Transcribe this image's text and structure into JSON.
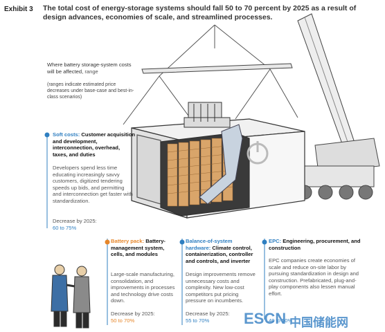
{
  "header": {
    "exhibit": "Exhibit 3",
    "title": "The total cost of energy-storage systems should fall 50 to 70 percent by 2025 as a result of design advances, economies of scale, and streamlined processes."
  },
  "intro": {
    "heading": "Where battery storage-system costs will be affected,",
    "heading_suffix": "range",
    "note": "(ranges indicate estimated price decreases under base-case and best-in-class scenarios)"
  },
  "soft_costs": {
    "label": "Soft costs:",
    "title": "Customer acquisition and development, interconnection, overhead, taxes, and duties",
    "body": "Developers spend less time educating increasingly savvy customers, digitized tendering speeds up bids, and permitting and interconnection get faster with standardization.",
    "decrease_label": "Decrease by 2025:",
    "decrease_value": "60 to 75%"
  },
  "battery_pack": {
    "label": "Battery pack:",
    "title": "Battery-management system, cells, and modules",
    "body": "Large-scale manufacturing, consolidation, and improvements in processes and technology drive costs down.",
    "decrease_label": "Decrease by 2025:",
    "decrease_value": "50 to 70%"
  },
  "balance_of_system": {
    "label": "Balance-of-system hardware:",
    "title": "Climate control, containerization, controller and controls, and inverter",
    "body": "Design improvements remove unnecessary costs and complexity. New low-cost competitors put pricing pressure on incumbents.",
    "decrease_label": "Decrease by 2025:",
    "decrease_value": "55 to 70%"
  },
  "epc": {
    "label": "EPC:",
    "title": "Engineering, procurement, and construction",
    "body": "EPC companies create economies of scale and reduce on-site labor by pursuing standardization in design and construction. Prefabricated, plug-and-play components also lessen manual effort.",
    "decrease_value": "40 to 50%"
  },
  "watermark": {
    "brand": "ESCN",
    "site_cn": "中国储能网"
  },
  "colors": {
    "orange": "#e6862a",
    "blue": "#2f7fc1",
    "dot_soft": "#2f7fc1",
    "dot_battery": "#e6862a",
    "dot_bos": "#2f7fc1",
    "dot_epc": "#2f7fc1"
  }
}
